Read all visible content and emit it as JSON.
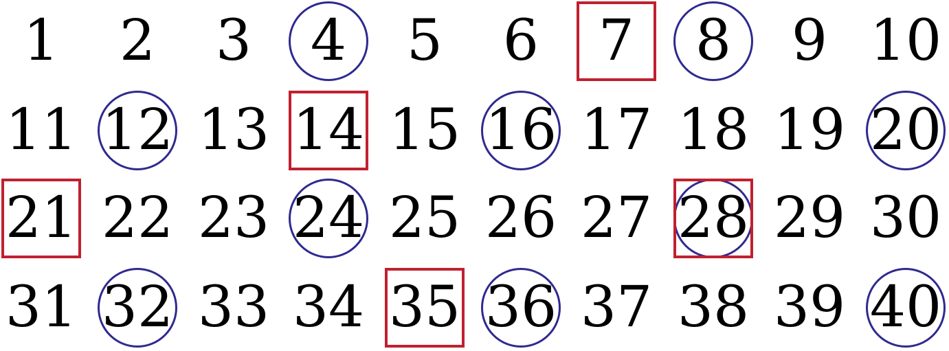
{
  "numbers": [
    "1",
    "2",
    "3",
    "4",
    "5",
    "6",
    "7",
    "8",
    "9",
    "10",
    "11",
    "12",
    "13",
    "14",
    "15",
    "16",
    "17",
    "18",
    "19",
    "20",
    "21",
    "22",
    "23",
    "24",
    "25",
    "26",
    "27",
    "28",
    "29",
    "30",
    "31",
    "32",
    "33",
    "34",
    "35",
    "36",
    "37",
    "38",
    "39",
    "40"
  ],
  "columns": 10,
  "circled": [
    4,
    8,
    12,
    16,
    20,
    24,
    28,
    32,
    36,
    40
  ],
  "boxed": [
    7,
    14,
    21,
    28,
    35
  ],
  "colors": {
    "circle": "#2e2a8f",
    "box": "#c0202f",
    "text": "#000000"
  }
}
